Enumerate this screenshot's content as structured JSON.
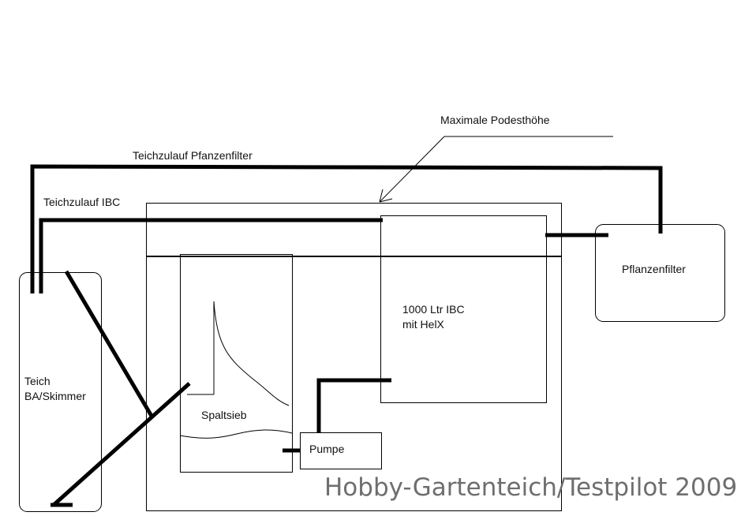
{
  "labels": {
    "podest": "Maximale Podesthöhe",
    "zulauf_pflanzenfilter": "Teichzulauf Pfanzenfilter",
    "zulauf_ibc": "Teichzulauf IBC",
    "teich_line1": "Teich",
    "teich_line2": "BA/Skimmer",
    "ibc_line1": "1000 Ltr IBC",
    "ibc_line2": "mit HelX",
    "pflanzenfilter": "Pflanzenfilter",
    "spaltsieb": "Spaltsieb",
    "pumpe": "Pumpe"
  },
  "watermark": "Hobby-Gartenteich/Testpilot 2009"
}
